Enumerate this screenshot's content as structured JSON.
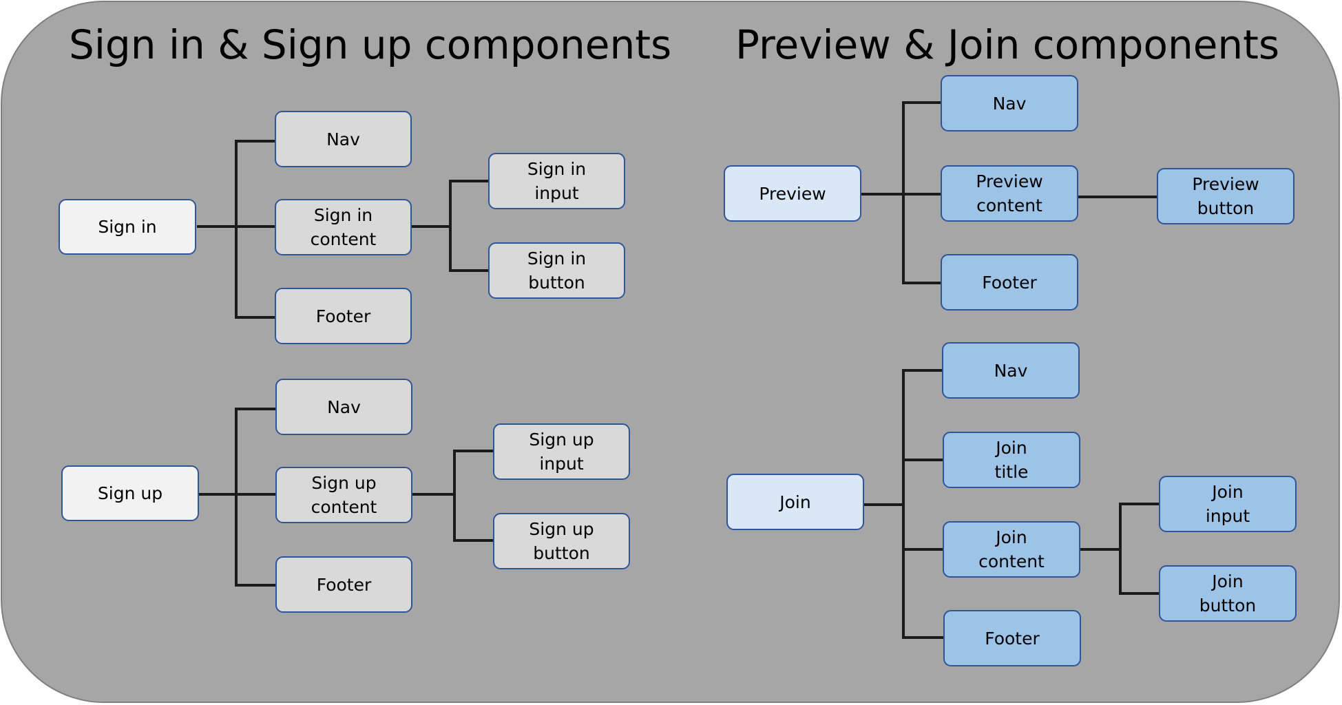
{
  "headings": {
    "left": "Sign in & Sign up components",
    "right": "Preview & Join components"
  },
  "colors": {
    "panel": "#a6a6a6",
    "grey_root": "#f2f2f2",
    "grey_child": "#d9d9d9",
    "blue_root": "#dae7f6",
    "blue_child": "#9dc3e6",
    "node_border": "#2f5597",
    "connector": "#1a1a1a"
  },
  "signin": {
    "root": "Sign in",
    "nav": "Nav",
    "content": "Sign in\ncontent",
    "footer": "Footer",
    "input": "Sign in\ninput",
    "button": "Sign in\nbutton"
  },
  "signup": {
    "root": "Sign up",
    "nav": "Nav",
    "content": "Sign up\ncontent",
    "footer": "Footer",
    "input": "Sign up\ninput",
    "button": "Sign up\nbutton"
  },
  "preview": {
    "root": "Preview",
    "nav": "Nav",
    "content": "Preview\ncontent",
    "footer": "Footer",
    "button": "Preview\nbutton"
  },
  "join": {
    "root": "Join",
    "nav": "Nav",
    "title": "Join\ntitle",
    "content": "Join\ncontent",
    "footer": "Footer",
    "input": "Join\ninput",
    "button": "Join\nbutton"
  }
}
